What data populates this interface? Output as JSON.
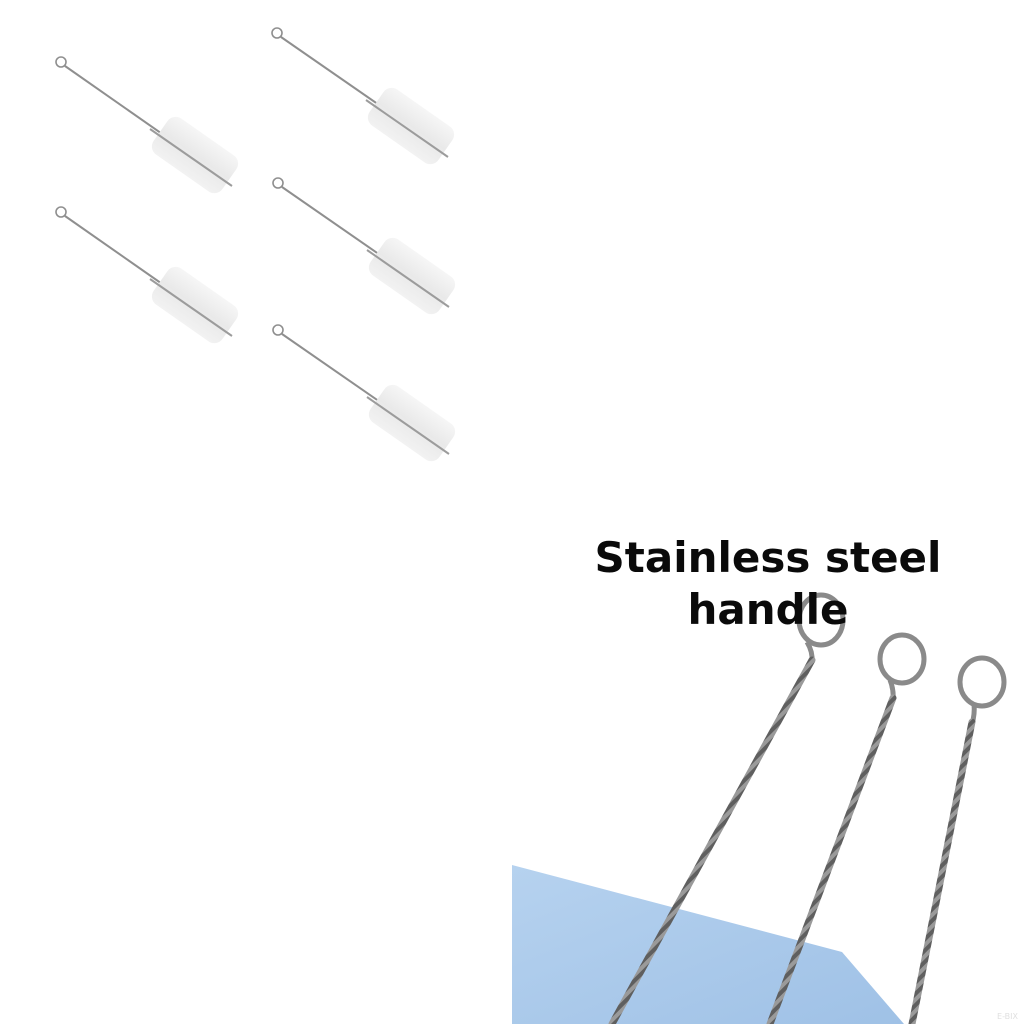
{
  "product_grid": {
    "brush_count": 5,
    "handle_color": "#9a9a9a",
    "bristle_color": "#eeeeee"
  },
  "closeup": {
    "caption_line1": "Stainless steel",
    "caption_line2": "handle",
    "caption_color": "#0a0a0a",
    "cloth_color": "#a9c9ea",
    "wire_color": "#7d7d7d",
    "handle_count": 3
  },
  "watermark": "E-BIX"
}
